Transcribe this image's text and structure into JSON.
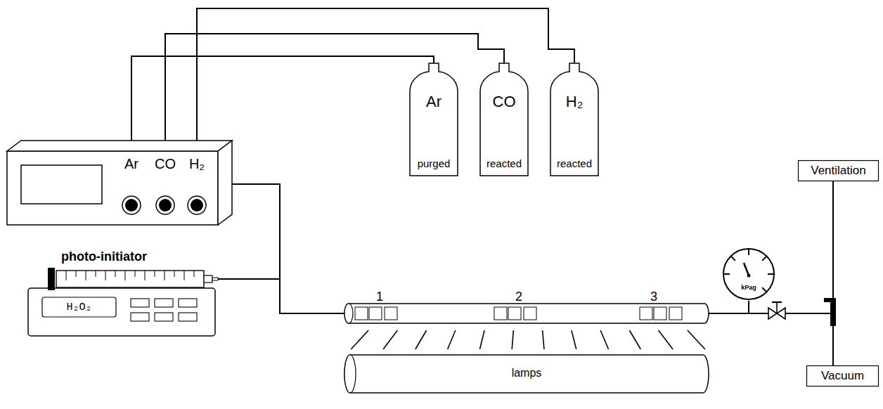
{
  "diagram": {
    "nodes": [
      {
        "text": [
          "Ar",
          "purged"
        ]
      },
      {
        "text": [
          "CO",
          "reacted"
        ]
      },
      {
        "text": [
          "H₂",
          "reacted"
        ]
      },
      {
        "text": [
          "Ar",
          "CO",
          "H₂"
        ]
      },
      {
        "text": [
          "Ventilation"
        ]
      },
      {
        "text": [
          "photo-initiator",
          "H₂O₂"
        ]
      },
      {
        "text": [
          "1",
          "2",
          "3"
        ]
      },
      {
        "text": [
          "kPag"
        ]
      },
      {
        "text": [
          "lamps"
        ]
      },
      {
        "text": [
          "Vacuum"
        ]
      }
    ],
    "edges": [
      {
        "from": 0,
        "to": 3,
        "arrow": "none"
      },
      {
        "from": 1,
        "to": 3,
        "arrow": "none"
      },
      {
        "from": 2,
        "to": 3,
        "arrow": "none"
      },
      {
        "from": 3,
        "to": 6,
        "arrow": "none"
      },
      {
        "from": 5,
        "to": 6,
        "arrow": "none"
      },
      {
        "from": 6,
        "to": 7,
        "arrow": "none"
      },
      {
        "from": 6,
        "to": 4,
        "arrow": "none"
      },
      {
        "from": 6,
        "to": 9,
        "arrow": "none"
      }
    ]
  }
}
